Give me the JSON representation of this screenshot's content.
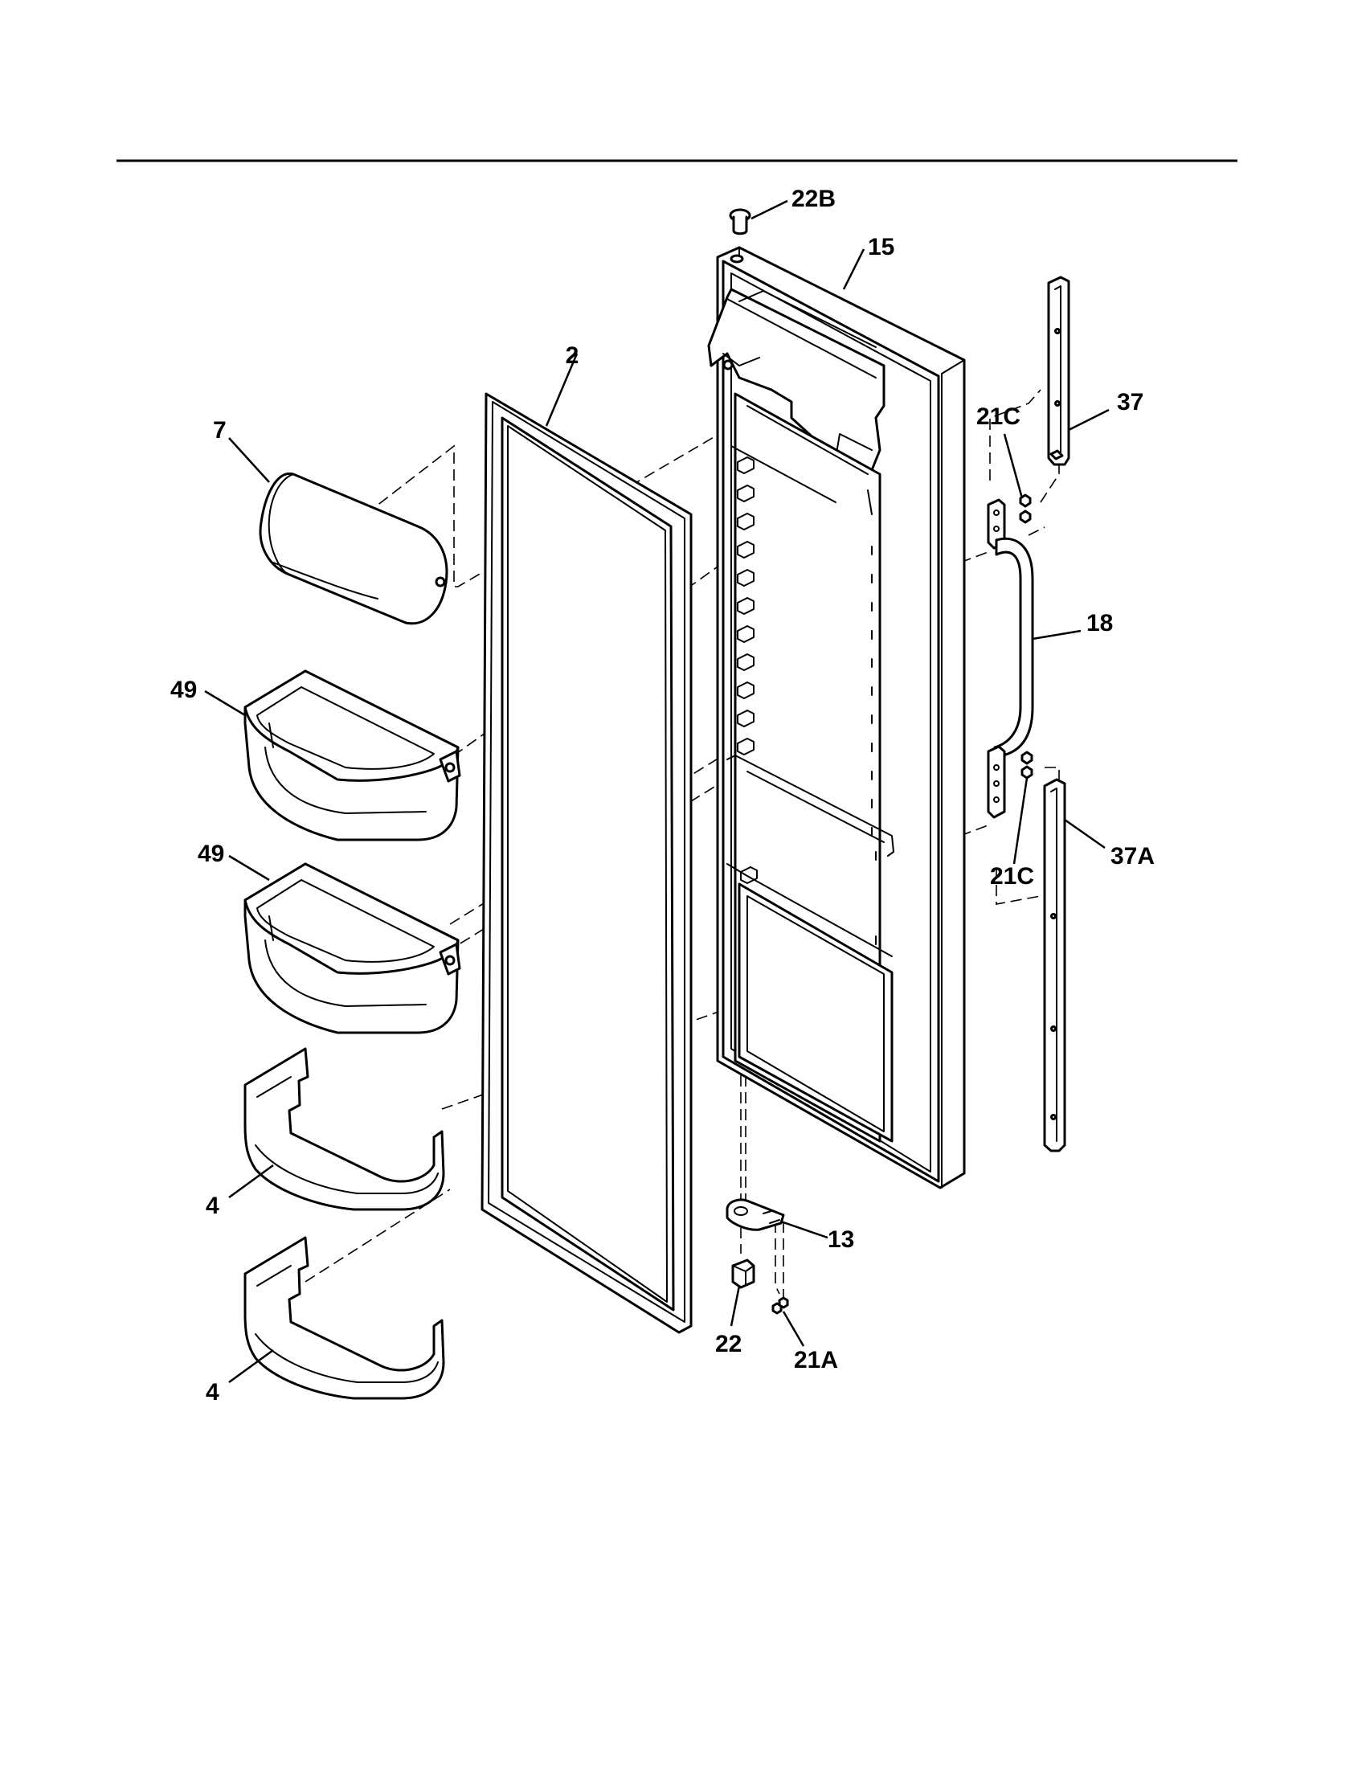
{
  "diagram": {
    "callouts": {
      "c22B": "22B",
      "c15": "15",
      "c2": "2",
      "c7": "7",
      "c37": "37",
      "c21C_top": "21C",
      "c18": "18",
      "c49_upper": "49",
      "c49_lower": "49",
      "c21C_bottom": "21C",
      "c37A": "37A",
      "c4_upper": "4",
      "c4_lower": "4",
      "c13": "13",
      "c22": "22",
      "c21A": "21A"
    }
  }
}
